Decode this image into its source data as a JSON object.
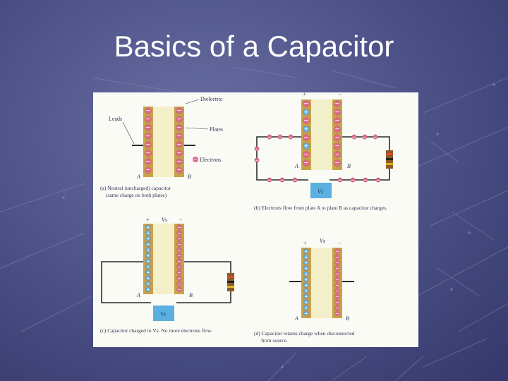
{
  "slide": {
    "title": "Basics of a Capacitor"
  },
  "colors": {
    "background": "#4a4f85",
    "title": "#ffffff",
    "plate": "#c8a24a",
    "dielectric": "#f3efc9",
    "wire": "#2a2a2a",
    "charge_negative": "#e06a8a",
    "charge_positive": "#5ab0e0",
    "source": "#5ab0e0"
  },
  "diagram": {
    "panel_a": {
      "dielectric_label": "Dielectric",
      "leads_label": "Leads",
      "plates_label": "Plates",
      "electrons_label": "Electrons",
      "plate_a_label": "A",
      "plate_b_label": "B",
      "caption_line1": "(a) Neutral (uncharged) capacitor",
      "caption_line2": "(same charge on both plates)"
    },
    "panel_b": {
      "plus_sign": "+",
      "minus_sign": "−",
      "plate_a_label": "A",
      "plate_b_label": "B",
      "source_label": "Vs",
      "caption": "(b) Electrons flow from plate A to plate B as capacitor charges."
    },
    "panel_c": {
      "voltage_label": "Vs",
      "plus_sign": "+",
      "minus_sign": "−",
      "plate_a_label": "A",
      "plate_b_label": "B",
      "source_label": "Vs",
      "caption": "(c) Capacitor charged to Vs. No more electrons flow."
    },
    "panel_d": {
      "voltage_label": "Vs",
      "plus_sign": "+",
      "minus_sign": "−",
      "plate_a_label": "A",
      "plate_b_label": "B",
      "caption_line1": "(d) Capacitor retains charge when disconnected",
      "caption_line2": "from source."
    }
  }
}
